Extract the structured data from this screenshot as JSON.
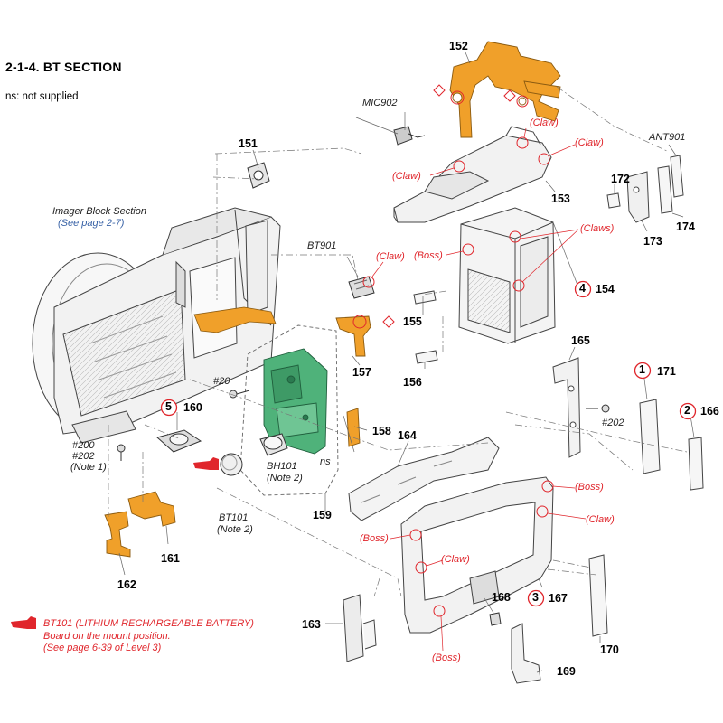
{
  "title": "2-1-4. BT SECTION",
  "legend_ns": "ns: not supplied",
  "imager_label": "Imager Block Section",
  "imager_ref": "(See page 2-7)",
  "part_numbers": {
    "p151": "151",
    "p152": "152",
    "p153": "153",
    "p154": "154",
    "p155": "155",
    "p156": "156",
    "p157": "157",
    "p158": "158",
    "p159": "159",
    "p160": "160",
    "p161": "161",
    "p162": "162",
    "p163": "163",
    "p164": "164",
    "p165": "165",
    "p166": "166",
    "p167": "167",
    "p168": "168",
    "p169": "169",
    "p170": "170",
    "p171": "171",
    "p172": "172",
    "p173": "173",
    "p174": "174"
  },
  "circled_refs": {
    "c1": "1",
    "c2": "2",
    "c3": "3",
    "c4": "4",
    "c5": "5"
  },
  "component_labels": {
    "mic902": "MIC902",
    "ant901": "ANT901",
    "bt901": "BT901",
    "bh101": "BH101",
    "bh101_note": "(Note 2)",
    "bt101": "BT101",
    "bt101_note": "(Note 2)",
    "ns_mark": "ns",
    "screw20": "#20",
    "screw200": "#200",
    "screw202a": "#202",
    "screw202a_note": "(Note 1)",
    "screw202b": "#202"
  },
  "callouts": {
    "claw1": "(Claw)",
    "claw2": "(Claw)",
    "claw3": "(Claw)",
    "claw4": "(Claw)",
    "claw5": "(Claw)",
    "claw6": "(Claw)",
    "claws": "(Claws)",
    "boss1": "(Boss)",
    "boss2": "(Boss)",
    "boss3": "(Boss)",
    "boss4": "(Boss)"
  },
  "battery_note": {
    "line1": "BT101 (LITHIUM RECHARGEABLE BATTERY)",
    "line2": "Board on the mount position.",
    "line3": "(See page 6-39 of Level 3)"
  },
  "colors": {
    "flex_orange": "#f0a02a",
    "board_green": "#4fb27a",
    "callout_red": "#e0262c",
    "link_blue": "#3862a6",
    "line_gray": "#555555"
  },
  "icons": {
    "pointer": "red-pointing-hand-icon",
    "diamond": "diamond-marker-icon"
  }
}
